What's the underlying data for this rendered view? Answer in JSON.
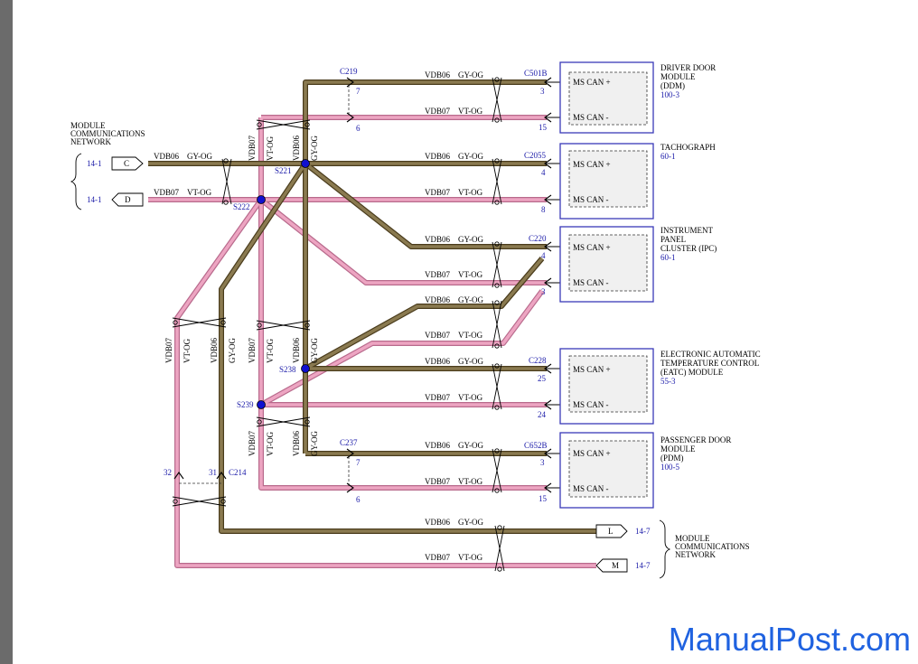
{
  "watermark": "ManualPost.com",
  "wire_labels": {
    "vdb06": "VDB06",
    "vdb07": "VDB07",
    "gy_og": "GY-OG",
    "vt_og": "VT-OG"
  },
  "networks": {
    "left_title": [
      "MODULE",
      "COMMUNICATIONS",
      "NETWORK"
    ],
    "left_ref_c": "14-1",
    "left_conn_c": "C",
    "left_ref_d": "14-1",
    "left_conn_d": "D",
    "bottom_title": [
      "MODULE",
      "COMMUNICATIONS",
      "NETWORK"
    ],
    "bottom_ref_l": "14-7",
    "bottom_conn_l": "L",
    "bottom_ref_m": "14-7",
    "bottom_conn_m": "M"
  },
  "splices": {
    "s221": "S221",
    "s222": "S222",
    "s238": "S238",
    "s239": "S239"
  },
  "inline_connectors": {
    "c219": "C219",
    "c219_pin_a": "7",
    "c219_pin_b": "6",
    "c237": "C237",
    "c237_pin_a": "7",
    "c237_pin_b": "6",
    "c214": "C214",
    "c214_pin_a": "31",
    "c214_pin_b": "32"
  },
  "modules": [
    {
      "name": [
        "DRIVER DOOR",
        "MODULE",
        "(DDM)"
      ],
      "ref": "100-3",
      "connector": "C501B",
      "pin_plus": "3",
      "pin_minus": "15",
      "label_plus": "MS CAN +",
      "label_minus": "MS CAN -"
    },
    {
      "name": [
        "TACHOGRAPH"
      ],
      "ref": "60-1",
      "connector": "C2055",
      "pin_plus": "4",
      "pin_minus": "8",
      "label_plus": "MS CAN +",
      "label_minus": "MS CAN -"
    },
    {
      "name": [
        "INSTRUMENT",
        "PANEL",
        "CLUSTER (IPC)"
      ],
      "ref": "60-1",
      "connector": "C220",
      "pin_plus": "4",
      "pin_minus": "3",
      "label_plus": "MS CAN +",
      "label_minus": "MS CAN -"
    },
    {
      "name": [
        "ELECTRONIC AUTOMATIC",
        "TEMPERATURE CONTROL",
        "(EATC) MODULE"
      ],
      "ref": "55-3",
      "connector": "C228",
      "pin_plus": "25",
      "pin_minus": "24",
      "label_plus": "MS CAN +",
      "label_minus": "MS CAN -"
    },
    {
      "name": [
        "PASSENGER DOOR",
        "MODULE",
        "(PDM)"
      ],
      "ref": "100-5",
      "connector": "C652B",
      "pin_plus": "3",
      "pin_minus": "15",
      "label_plus": "MS CAN +",
      "label_minus": "MS CAN -"
    }
  ],
  "colors": {
    "gy_og_wire": "#7a6a44",
    "vt_og_wire": "#e59ab8",
    "module_border": "#3a3ab8",
    "splice_dot": "#1010d0",
    "ref_text": "#1a1aa8"
  }
}
